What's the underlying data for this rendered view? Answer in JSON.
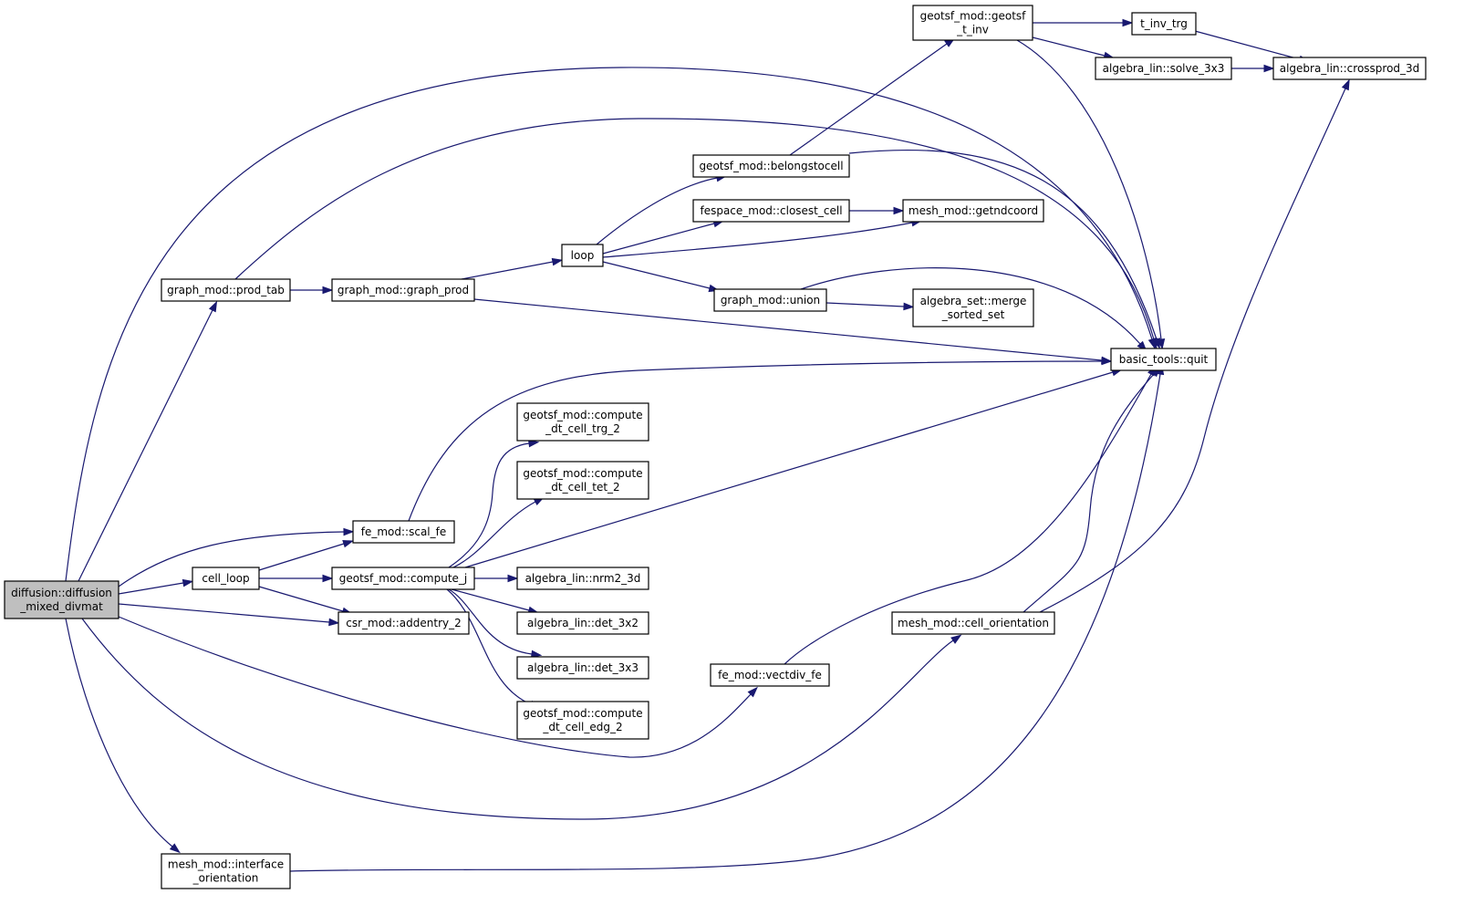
{
  "graph": {
    "root": "diffusion_mixed_divmat",
    "colors": {
      "edge": "#191970",
      "root_fill": "#bfbfbf",
      "node_fill": "#ffffff",
      "border": "#000000"
    },
    "nodes": [
      {
        "id": "diffusion_mixed_divmat",
        "lines": [
          "diffusion::diffusion",
          "_mixed_divmat"
        ]
      },
      {
        "id": "graph_mod_prod_tab",
        "lines": [
          "graph_mod::prod_tab"
        ]
      },
      {
        "id": "graph_mod_graph_prod",
        "lines": [
          "graph_mod::graph_prod"
        ]
      },
      {
        "id": "loop",
        "lines": [
          "loop"
        ]
      },
      {
        "id": "geotsf_mod_belongstocell",
        "lines": [
          "geotsf_mod::belongstocell"
        ]
      },
      {
        "id": "fespace_mod_closest_cell",
        "lines": [
          "fespace_mod::closest_cell"
        ]
      },
      {
        "id": "mesh_mod_getndcoord",
        "lines": [
          "mesh_mod::getndcoord"
        ]
      },
      {
        "id": "graph_mod_union",
        "lines": [
          "graph_mod::union"
        ]
      },
      {
        "id": "algebra_set_merge_sorted_set",
        "lines": [
          "algebra_set::merge",
          "_sorted_set"
        ]
      },
      {
        "id": "geotsf_mod_geotsf_t_inv",
        "lines": [
          "geotsf_mod::geotsf",
          "_t_inv"
        ]
      },
      {
        "id": "t_inv_trg",
        "lines": [
          "t_inv_trg"
        ]
      },
      {
        "id": "algebra_lin_solve_3x3",
        "lines": [
          "algebra_lin::solve_3x3"
        ]
      },
      {
        "id": "algebra_lin_crossprod_3d",
        "lines": [
          "algebra_lin::crossprod_3d"
        ]
      },
      {
        "id": "basic_tools_quit",
        "lines": [
          "basic_tools::quit"
        ]
      },
      {
        "id": "fe_mod_scal_fe",
        "lines": [
          "fe_mod::scal_fe"
        ]
      },
      {
        "id": "cell_loop",
        "lines": [
          "cell_loop"
        ]
      },
      {
        "id": "geotsf_mod_compute_j",
        "lines": [
          "geotsf_mod::compute_j"
        ]
      },
      {
        "id": "csr_mod_addentry_2",
        "lines": [
          "csr_mod::addentry_2"
        ]
      },
      {
        "id": "geotsf_mod_compute_dt_cell_trg_2",
        "lines": [
          "geotsf_mod::compute",
          "_dt_cell_trg_2"
        ]
      },
      {
        "id": "geotsf_mod_compute_dt_cell_tet_2",
        "lines": [
          "geotsf_mod::compute",
          "_dt_cell_tet_2"
        ]
      },
      {
        "id": "algebra_lin_nrm2_3d",
        "lines": [
          "algebra_lin::nrm2_3d"
        ]
      },
      {
        "id": "algebra_lin_det_3x2",
        "lines": [
          "algebra_lin::det_3x2"
        ]
      },
      {
        "id": "algebra_lin_det_3x3",
        "lines": [
          "algebra_lin::det_3x3"
        ]
      },
      {
        "id": "geotsf_mod_compute_dt_cell_edg_2",
        "lines": [
          "geotsf_mod::compute",
          "_dt_cell_edg_2"
        ]
      },
      {
        "id": "fe_mod_vectdiv_fe",
        "lines": [
          "fe_mod::vectdiv_fe"
        ]
      },
      {
        "id": "mesh_mod_cell_orientation",
        "lines": [
          "mesh_mod::cell_orientation"
        ]
      },
      {
        "id": "mesh_mod_interface_orientation",
        "lines": [
          "mesh_mod::interface",
          "_orientation"
        ]
      }
    ],
    "edges": [
      {
        "from": "diffusion_mixed_divmat",
        "to": "graph_mod_prod_tab"
      },
      {
        "from": "diffusion_mixed_divmat",
        "to": "basic_tools_quit"
      },
      {
        "from": "diffusion_mixed_divmat",
        "to": "fe_mod_scal_fe"
      },
      {
        "from": "diffusion_mixed_divmat",
        "to": "cell_loop"
      },
      {
        "from": "diffusion_mixed_divmat",
        "to": "csr_mod_addentry_2"
      },
      {
        "from": "diffusion_mixed_divmat",
        "to": "fe_mod_vectdiv_fe"
      },
      {
        "from": "diffusion_mixed_divmat",
        "to": "mesh_mod_cell_orientation"
      },
      {
        "from": "diffusion_mixed_divmat",
        "to": "mesh_mod_interface_orientation"
      },
      {
        "from": "graph_mod_prod_tab",
        "to": "graph_mod_graph_prod"
      },
      {
        "from": "graph_mod_prod_tab",
        "to": "basic_tools_quit"
      },
      {
        "from": "graph_mod_graph_prod",
        "to": "loop"
      },
      {
        "from": "graph_mod_graph_prod",
        "to": "basic_tools_quit"
      },
      {
        "from": "loop",
        "to": "geotsf_mod_belongstocell"
      },
      {
        "from": "loop",
        "to": "fespace_mod_closest_cell"
      },
      {
        "from": "loop",
        "to": "mesh_mod_getndcoord"
      },
      {
        "from": "loop",
        "to": "graph_mod_union"
      },
      {
        "from": "geotsf_mod_belongstocell",
        "to": "geotsf_mod_geotsf_t_inv"
      },
      {
        "from": "geotsf_mod_belongstocell",
        "to": "basic_tools_quit"
      },
      {
        "from": "fespace_mod_closest_cell",
        "to": "mesh_mod_getndcoord"
      },
      {
        "from": "graph_mod_union",
        "to": "algebra_set_merge_sorted_set"
      },
      {
        "from": "graph_mod_union",
        "to": "basic_tools_quit"
      },
      {
        "from": "geotsf_mod_geotsf_t_inv",
        "to": "t_inv_trg"
      },
      {
        "from": "geotsf_mod_geotsf_t_inv",
        "to": "algebra_lin_solve_3x3"
      },
      {
        "from": "geotsf_mod_geotsf_t_inv",
        "to": "basic_tools_quit"
      },
      {
        "from": "t_inv_trg",
        "to": "algebra_lin_crossprod_3d"
      },
      {
        "from": "algebra_lin_solve_3x3",
        "to": "algebra_lin_crossprod_3d"
      },
      {
        "from": "fe_mod_scal_fe",
        "to": "basic_tools_quit"
      },
      {
        "from": "cell_loop",
        "to": "fe_mod_scal_fe"
      },
      {
        "from": "cell_loop",
        "to": "geotsf_mod_compute_j"
      },
      {
        "from": "cell_loop",
        "to": "csr_mod_addentry_2"
      },
      {
        "from": "geotsf_mod_compute_j",
        "to": "basic_tools_quit"
      },
      {
        "from": "geotsf_mod_compute_j",
        "to": "geotsf_mod_compute_dt_cell_trg_2"
      },
      {
        "from": "geotsf_mod_compute_j",
        "to": "geotsf_mod_compute_dt_cell_tet_2"
      },
      {
        "from": "geotsf_mod_compute_j",
        "to": "algebra_lin_nrm2_3d"
      },
      {
        "from": "geotsf_mod_compute_j",
        "to": "algebra_lin_det_3x2"
      },
      {
        "from": "geotsf_mod_compute_j",
        "to": "algebra_lin_det_3x3"
      },
      {
        "from": "geotsf_mod_compute_j",
        "to": "geotsf_mod_compute_dt_cell_edg_2"
      },
      {
        "from": "fe_mod_vectdiv_fe",
        "to": "basic_tools_quit"
      },
      {
        "from": "mesh_mod_cell_orientation",
        "to": "basic_tools_quit"
      },
      {
        "from": "mesh_mod_cell_orientation",
        "to": "algebra_lin_crossprod_3d"
      },
      {
        "from": "mesh_mod_interface_orientation",
        "to": "basic_tools_quit"
      }
    ]
  }
}
